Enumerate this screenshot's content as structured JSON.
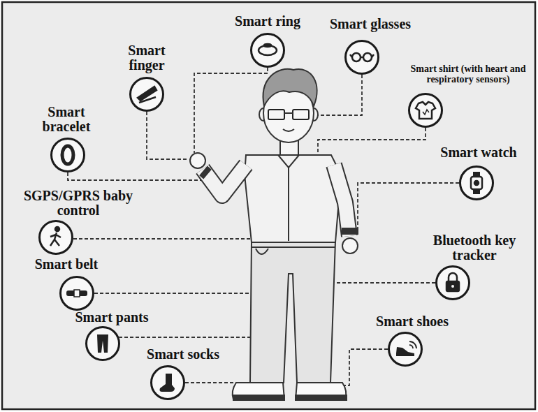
{
  "diagram": {
    "nodes": [
      {
        "text": [
          "Smart ring"
        ]
      },
      {
        "text": [
          "Smart glasses"
        ]
      },
      {
        "text": [
          "Smart finger"
        ]
      },
      {
        "text": [
          "Smart shirt (with heart and respiratory sensors)"
        ]
      },
      {
        "text": [
          "Smart bracelet"
        ]
      },
      {
        "text": [
          "Smart watch"
        ]
      },
      {
        "text": [
          "SGPS/GPRS baby control"
        ]
      },
      {
        "text": [
          "Bluetooth key tracker"
        ]
      },
      {
        "text": [
          "Smart belt"
        ]
      },
      {
        "text": [
          "Smart pants"
        ]
      },
      {
        "text": [
          "Smart shoes"
        ]
      },
      {
        "text": [
          "Smart socks"
        ]
      }
    ]
  }
}
